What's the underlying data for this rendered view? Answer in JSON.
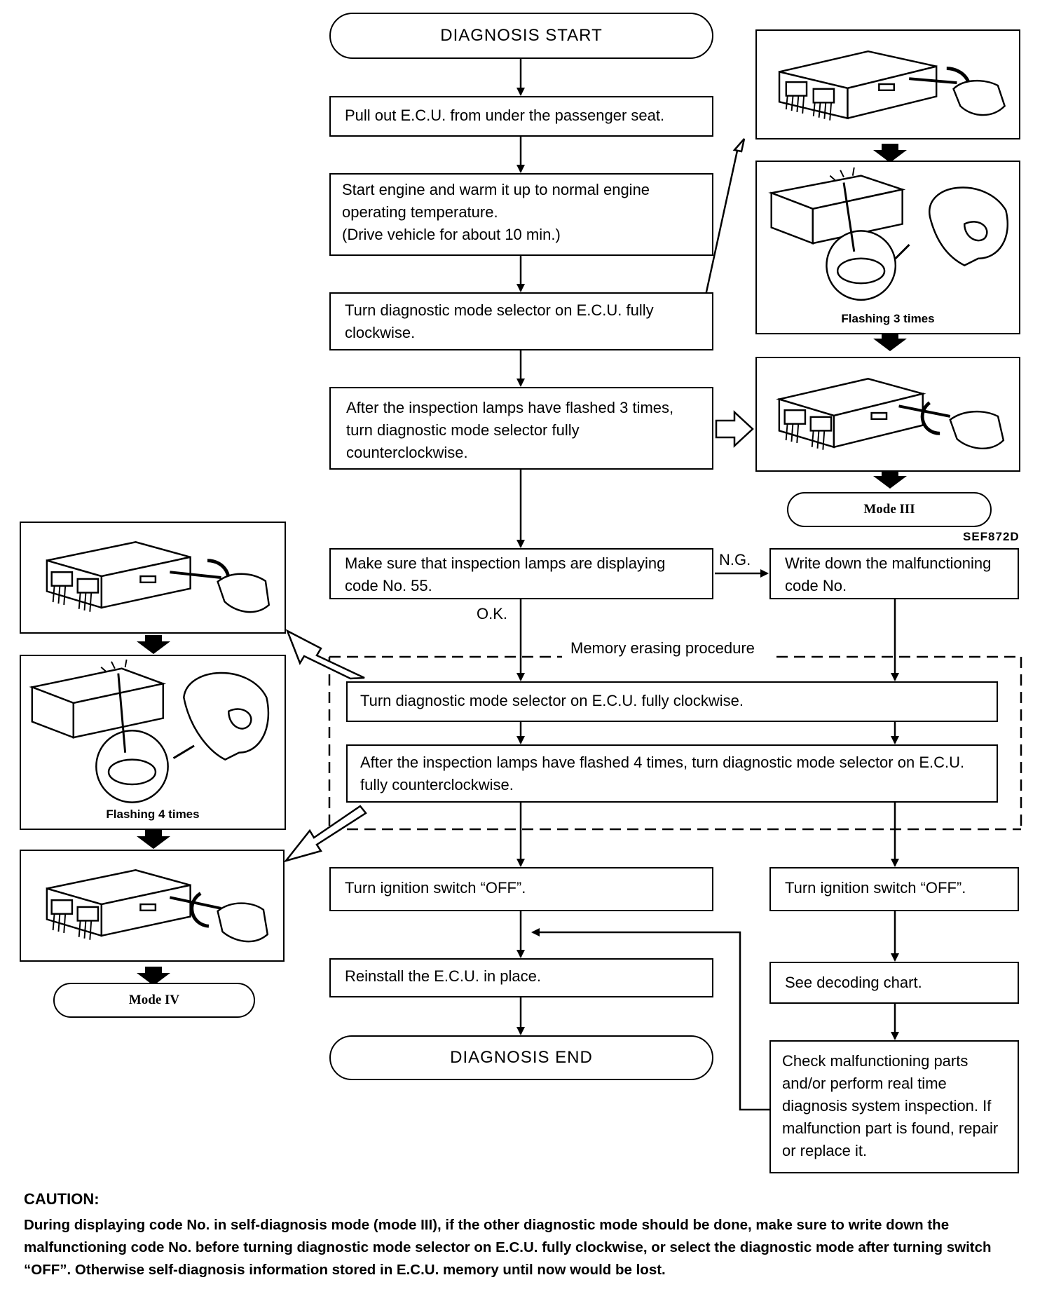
{
  "flow": {
    "start": "DIAGNOSIS START",
    "step_pull_out": "Pull out E.C.U. from under the passenger seat.",
    "step_warm_up": "Start engine and warm it up to normal engine operating temperature.\n(Drive vehicle for about 10 min.)",
    "step_turn_cw": "Turn diagnostic mode selector on E.C.U. fully clockwise.",
    "step_flash3": "After the inspection lamps have flashed 3 times, turn diagnostic mode selector fully counterclockwise.",
    "step_check55": "Make sure that inspection lamps are displaying code No. 55.",
    "label_ng": "N.G.",
    "label_ok": "O.K.",
    "step_write_down": "Write down the malfunctioning code No.",
    "memory_label": "Memory erasing procedure",
    "step_erase_cw": "Turn diagnostic mode selector on E.C.U. fully clockwise.",
    "step_erase_flash4": "After the inspection lamps have flashed 4 times, turn diagnostic mode selector on E.C.U. fully counterclockwise.",
    "step_off_left": "Turn ignition switch “OFF”.",
    "step_off_right": "Turn ignition switch “OFF”.",
    "step_reinstall": "Reinstall the E.C.U. in place.",
    "step_decoding": "See decoding chart.",
    "end": "DIAGNOSIS END",
    "step_check_parts": "Check malfunctioning parts and/or perform real time diagnosis system inspection. If malfunction part is found, repair or replace it."
  },
  "illustrations": {
    "flashing3": "Flashing 3 times",
    "mode3": "Mode III",
    "code": "SEF872D",
    "flashing4": "Flashing 4 times",
    "mode4": "Mode IV"
  },
  "caution": {
    "title": "CAUTION:",
    "text": "During displaying code No. in self-diagnosis mode (mode III), if the other diagnostic mode should be done, make sure to write down the malfunctioning code No. before turning diagnostic mode selector on E.C.U. fully clockwise, or select the diagnostic mode after turning switch “OFF”. Otherwise self-diagnosis information stored in E.C.U. memory until now would be lost."
  },
  "icons": {
    "ecu_screwdriver": "ecu-with-screwdriver-icon",
    "ecu_lamp": "ecu-flashing-lamp-icon",
    "down_arrow": "solid-down-arrow-icon"
  }
}
